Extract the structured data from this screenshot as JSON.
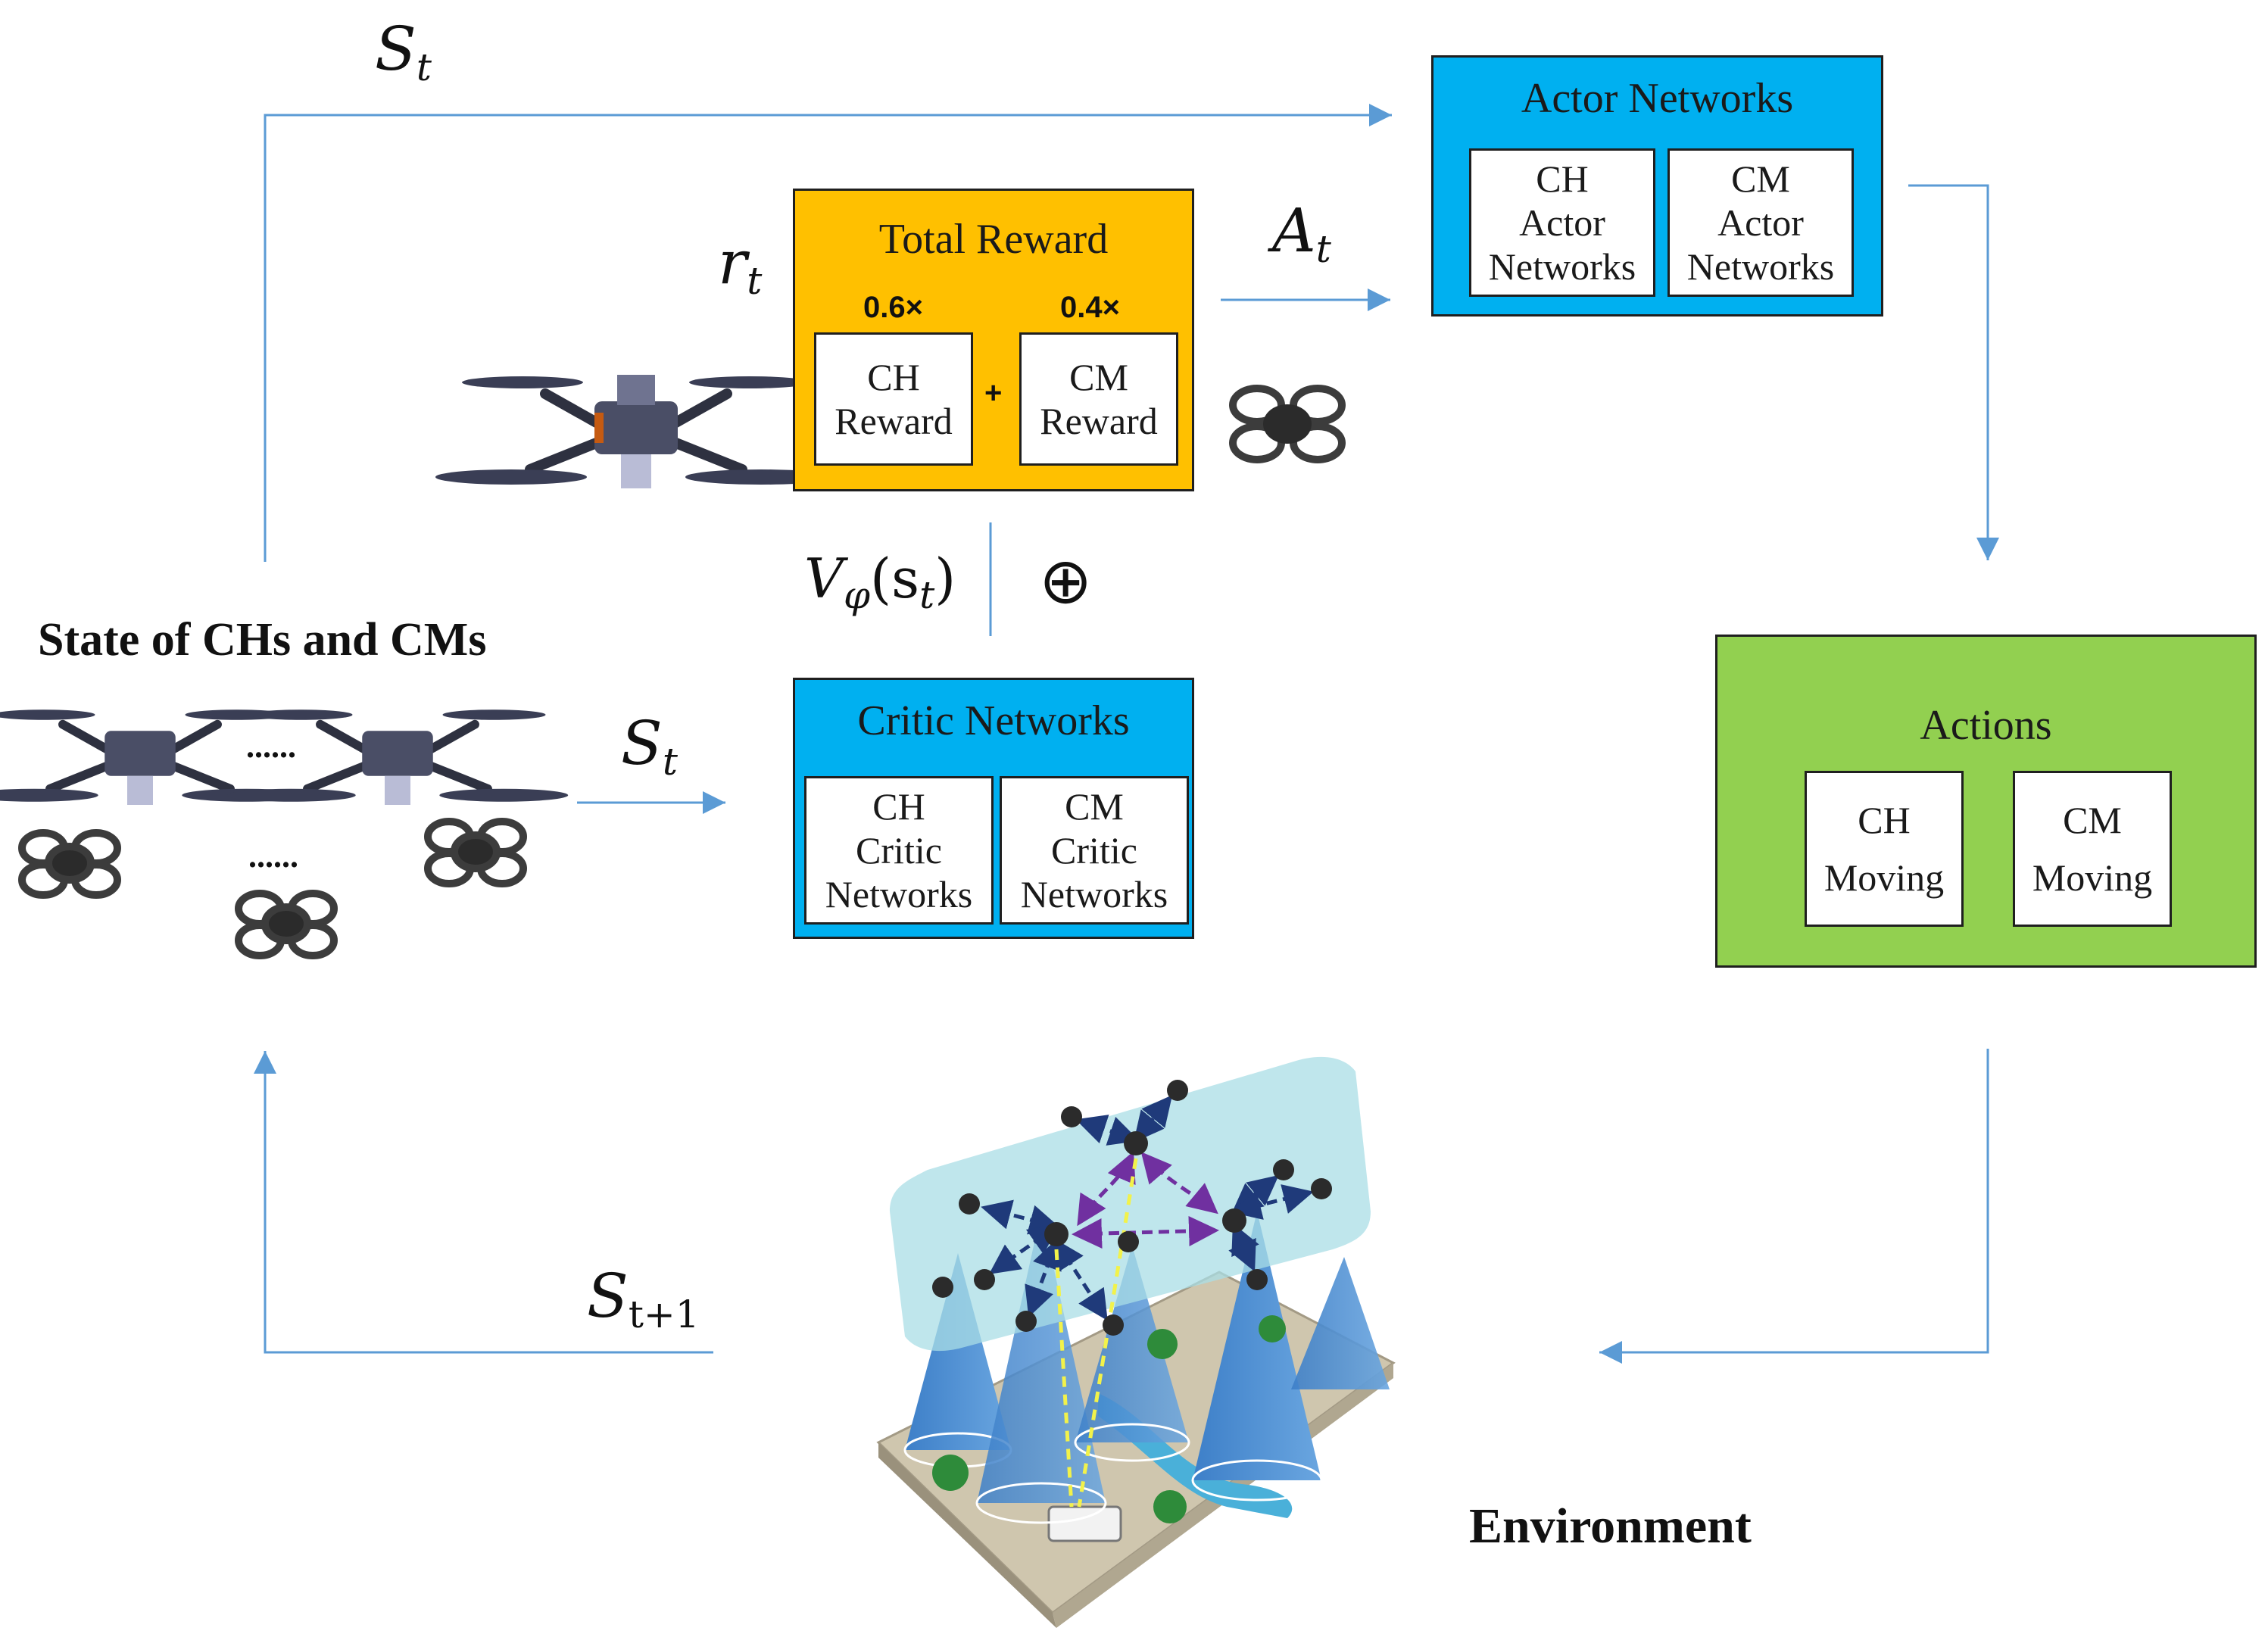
{
  "actor": {
    "title": "Actor Networks",
    "ch": "CH\nActor\nNetworks",
    "cm": "CM\nActor\nNetworks"
  },
  "reward": {
    "title": "Total Reward",
    "ch_weight": "0.6×",
    "cm_weight": "0.4×",
    "ch": "CH\nReward",
    "cm": "CM\nReward",
    "plus": "+"
  },
  "critic": {
    "title": "Critic Networks",
    "ch": "CH\nCritic\nNetworks",
    "cm": "CM\nCritic\nNetworks"
  },
  "actions": {
    "title": "Actions",
    "ch": "CH\nMoving",
    "cm": "CM\nMoving"
  },
  "labels": {
    "state_top": "S",
    "state_top_sub": "t",
    "reward_sym": "r",
    "reward_sub": "t",
    "action_sym": "A",
    "action_sub": "t",
    "value_fn": "V",
    "value_sub": "φ",
    "value_arg": "(s",
    "value_arg_sub": "t",
    "value_close": ")",
    "oplus": "⊕",
    "state_mid": "S",
    "state_mid_sub": "t",
    "next_state": "S",
    "next_state_sub": "t+1",
    "state_group": "State of CHs and CMs",
    "environment": "Environment",
    "ellipsis_top": "......",
    "ellipsis_bottom": "......"
  },
  "colors": {
    "network_blue": "#00b0f0",
    "reward_orange": "#ffc000",
    "actions_green": "#92d050",
    "arrow": "#5b9bd5"
  }
}
